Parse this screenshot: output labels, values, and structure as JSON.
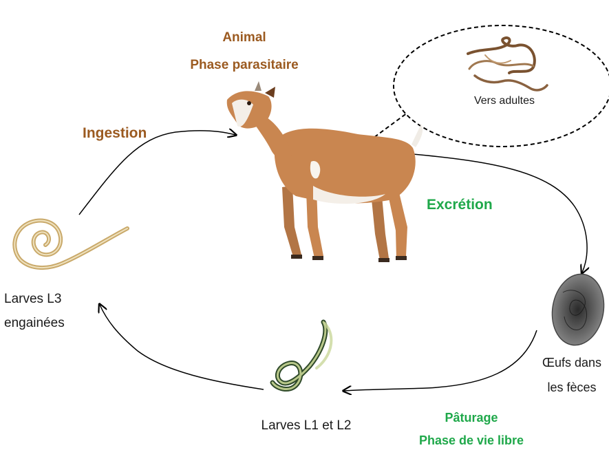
{
  "labels": {
    "animal": "Animal",
    "phase_parasitaire": "Phase parasitaire",
    "ingestion": "Ingestion",
    "excretion": "Excrétion",
    "vers_adultes": "Vers adultes",
    "larves_l3_line1": "Larves L3",
    "larves_l3_line2": "engainées",
    "oeufs_line1": "Œufs dans",
    "oeufs_line2": "les fèces",
    "larves_l1_l2": "Larves L1 et L2",
    "paturage": "Pâturage",
    "phase_vie_libre": "Phase de vie libre"
  },
  "colors": {
    "parasitic_phase": "#9b5a20",
    "free_living_phase": "#1fa84a",
    "goat_body": "#c98650",
    "arrow": "#000000"
  },
  "icons": [
    "goat-illustration",
    "adult-worms-illustration",
    "larva-l3-illustration",
    "egg-illustration",
    "larva-l1-l2-illustration"
  ]
}
